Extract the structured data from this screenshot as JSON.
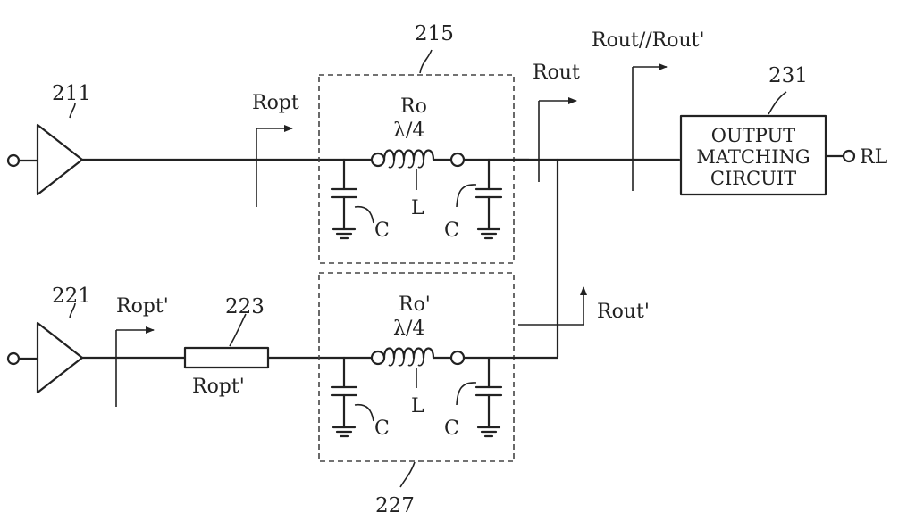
{
  "labels": {
    "ref_215": "215",
    "ref_211": "211",
    "ref_221": "221",
    "ref_223": "223",
    "ref_227": "227",
    "ref_231": "231",
    "ropt": "Ropt",
    "ropt_prime": "Ropt'",
    "resistor_label": "Ropt'",
    "rout": "Rout",
    "rout_prime": "Rout'",
    "rout_parallel": "Rout//Rout'",
    "load": "RL",
    "upper_ro": "Ro",
    "lower_ro": "Ro'",
    "lambda_upper": "λ/4",
    "lambda_lower": "λ/4",
    "inductor_upper": "L",
    "inductor_lower": "L",
    "cap_upper_left": "C",
    "cap_upper_right": "C",
    "cap_lower_left": "C",
    "cap_lower_right": "C",
    "omc_line1": "OUTPUT",
    "omc_line2": "MATCHING",
    "omc_line3": "CIRCUIT"
  }
}
